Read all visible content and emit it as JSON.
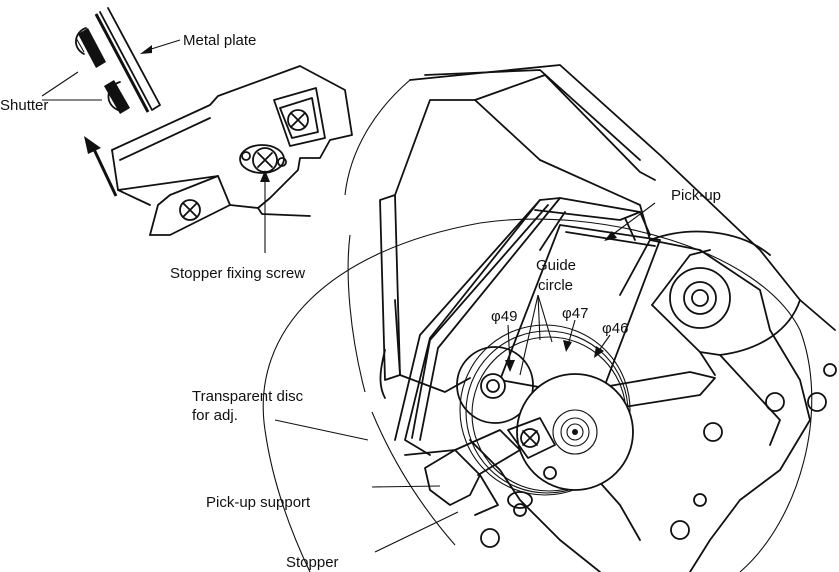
{
  "labels": {
    "metal_plate": "Metal plate",
    "shutter": "Shutter",
    "stopper_fixing_screw": "Stopper fixing screw",
    "pick_up": "Pick-up",
    "guide_circle_line1": "Guide",
    "guide_circle_line2": "circle",
    "phi49": "φ49",
    "phi47": "φ47",
    "phi46": "φ46",
    "transparent_disc_line1": "Transparent disc",
    "transparent_disc_line2": "for adj.",
    "pick_up_support": "Pick-up support",
    "stopper": "Stopper"
  },
  "colors": {
    "ink": "#111111",
    "paper": "#ffffff"
  }
}
